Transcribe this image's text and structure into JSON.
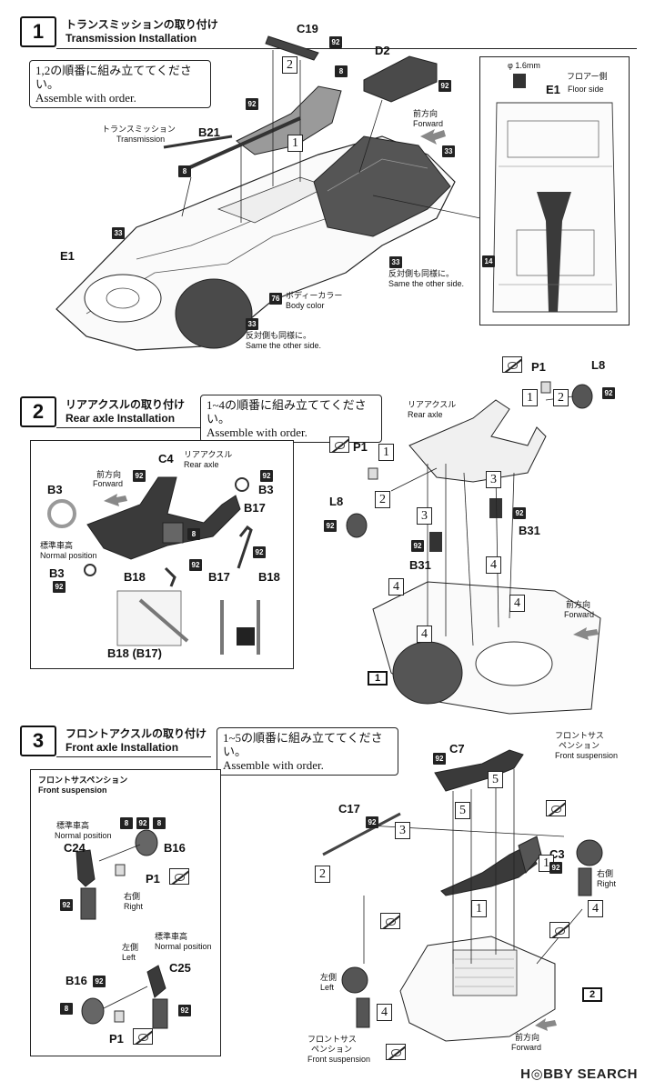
{
  "steps": [
    {
      "number": "1",
      "title_jp": "トランスミッションの取り付け",
      "title_en": "Transmission Installation",
      "note_jp": "1,2の順番に組み立ててください。",
      "note_en": "Assemble with order."
    },
    {
      "number": "2",
      "title_jp": "リアアクスルの取り付け",
      "title_en": "Rear axle Installation",
      "note_jp": "1~4の順番に組み立ててください。",
      "note_en": "Assemble with order."
    },
    {
      "number": "3",
      "title_jp": "フロントアクスルの取り付け",
      "title_en": "Front axle Installation",
      "note_jp": "1~5の順番に組み立ててください。",
      "note_en": "Assemble with order."
    }
  ],
  "step1": {
    "parts": {
      "c19": "C19",
      "d2": "D2",
      "b21": "B21",
      "e1": "E1",
      "e1_inset": "E1"
    },
    "transmission_jp": "トランスミッション",
    "transmission_en": "Transmission",
    "forward_jp": "前方向",
    "forward_en": "Forward",
    "same_other_jp": "反対側も同様に。",
    "same_other_en": "Same the other side.",
    "body_color_jp": "ボディーカラー",
    "body_color_en": "Body color",
    "inset_diameter": "φ 1.6mm",
    "floor_side_jp": "フロアー側",
    "floor_side_en": "Floor side",
    "badges": {
      "c92": "92",
      "c8": "8",
      "c33": "33",
      "c76": "76",
      "c14": "14"
    },
    "seq": [
      "1",
      "2"
    ]
  },
  "step2": {
    "parts": {
      "c4": "C4",
      "b3": "B3",
      "b17": "B17",
      "b18": "B18",
      "b18b17": "B18 (B17)",
      "p1": "P1",
      "l8": "L8",
      "b31": "B31"
    },
    "rear_axle_jp": "リアアクスル",
    "rear_axle_en": "Rear axle",
    "forward_jp": "前方向",
    "forward_en": "Forward",
    "normal_pos_jp": "標準車高",
    "normal_pos_en": "Normal position",
    "badges": {
      "c92": "92",
      "c8": "8"
    },
    "seq": [
      "1",
      "2",
      "3",
      "4"
    ],
    "ref_step": "1"
  },
  "step3": {
    "panel_title_jp": "フロントサスペンション",
    "panel_title_en": "Front suspension",
    "parts": {
      "c24": "C24",
      "b16": "B16",
      "p1": "P1",
      "c25": "C25",
      "c7": "C7",
      "c17": "C17",
      "c3": "C3"
    },
    "normal_pos_jp": "標準車高",
    "normal_pos_en": "Normal position",
    "right_jp": "右側",
    "right_en": "Right",
    "left_jp": "左側",
    "left_en": "Left",
    "front_susp_jp": "フロントサス\nペンション",
    "front_susp_jp_a": "フロントサス",
    "front_susp_jp_b": "ペンション",
    "front_susp_en": "Front suspension",
    "forward_jp": "前方向",
    "forward_en": "Forward",
    "badges": {
      "c92": "92",
      "c8": "8"
    },
    "seq": [
      "1",
      "2",
      "3",
      "4",
      "5"
    ],
    "ref_step": "2"
  },
  "watermark": "H◎BBY SEARCH",
  "colors": {
    "ink": "#111111",
    "part_dark": "#3a3a3a",
    "part_mid": "#8a8a8a",
    "line": "#222222"
  }
}
